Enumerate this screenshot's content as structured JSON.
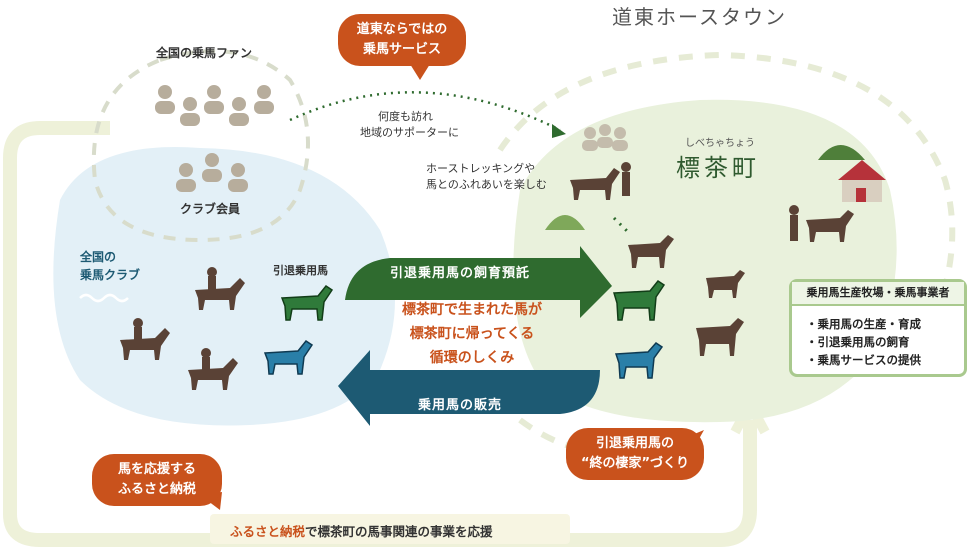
{
  "region_title": "道東ホースタウン",
  "fans": {
    "label": "全国の乗馬ファン"
  },
  "members": {
    "label": "クラブ会員"
  },
  "clubs": {
    "label_line1": "全国の",
    "label_line2": "乗馬クラブ"
  },
  "retired_horse_label": "引退乗用馬",
  "town": {
    "furigana": "しべちゃちょう",
    "name": "標茶町"
  },
  "visit_note": {
    "line1": "何度も訪れ",
    "line2": "地域のサポーターに"
  },
  "trekking_note": {
    "line1": "ホーストレッキングや",
    "line2": "馬とのふれあいを楽しむ"
  },
  "bubbles": {
    "service": {
      "line1": "道東ならではの",
      "line2": "乗馬サービス"
    },
    "home": {
      "line1": "引退乗用馬の",
      "line2": "“終の棲家”づくり"
    },
    "tax": {
      "line1": "馬を応援する",
      "line2": "ふるさと納税"
    }
  },
  "arrows": {
    "upper": "引退乗用馬の飼育預託",
    "lower": "乗用馬の販売"
  },
  "center_message": {
    "line1": "標茶町で生まれた馬が",
    "line2": "標茶町に帰ってくる",
    "line3": "循環のしくみ"
  },
  "business": {
    "title": "乗用馬生産牧場・乗馬事業者",
    "items": [
      "・乗用馬の生産・育成",
      "・引退乗用馬の飼育",
      "・乗馬サービスの提供"
    ]
  },
  "bottom_bar": {
    "highlight": "ふるさと納税",
    "rest": "で標茶町の馬事関連の事業を応援"
  },
  "colors": {
    "accent_orange": "#c9521c",
    "arrow_green": "#2f6b2f",
    "arrow_teal": "#1d5a73",
    "club_bg": "#e3f0f7",
    "town_bg": "#e9f1dc",
    "loop_line": "#eef1d9"
  }
}
